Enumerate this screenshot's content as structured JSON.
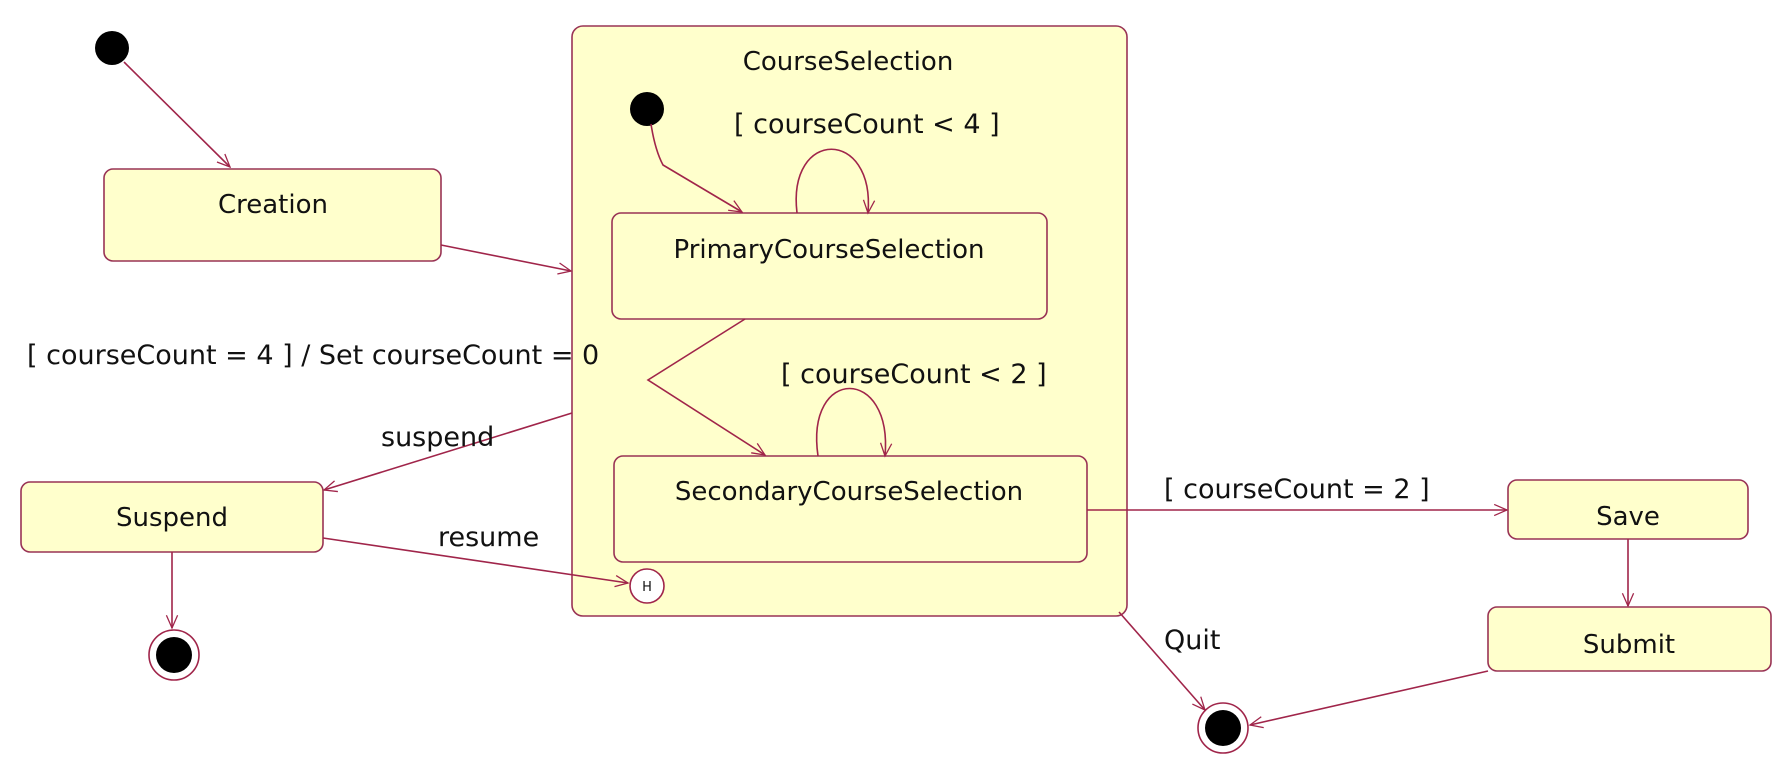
{
  "diagram": {
    "type": "uml-state-machine",
    "states": {
      "creation": "Creation",
      "course_selection": "CourseSelection",
      "primary_course_selection": "PrimaryCourseSelection",
      "secondary_course_selection": "SecondaryCourseSelection",
      "suspend": "Suspend",
      "save": "Save",
      "submit": "Submit"
    },
    "transitions": {
      "primary_loop_guard": "[ courseCount < 4 ]",
      "primary_to_secondary": "[ courseCount = 4 ] / Set courseCount = 0",
      "secondary_loop_guard": "[ courseCount < 2 ]",
      "suspend_event": "suspend",
      "resume_event": "resume",
      "secondary_to_save": "[ courseCount = 2 ]",
      "quit_event": "Quit"
    },
    "history_marker": "H",
    "colors": {
      "state_fill": "#ffffcc",
      "stroke": "#a0254a"
    }
  }
}
